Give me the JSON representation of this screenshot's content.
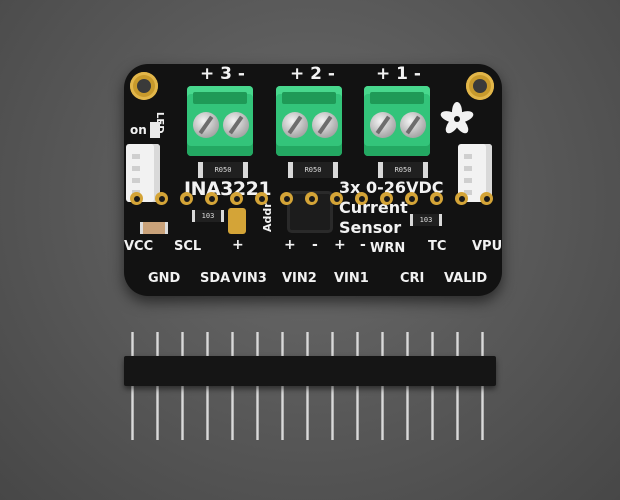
{
  "board": {
    "channel_labels": [
      "+ 3 -",
      "+ 2 -",
      "+ 1 -"
    ],
    "chip_name": "INA3221",
    "subtitle_line1": "3x 0-26VDC",
    "subtitle_line2": "Current",
    "subtitle_line3": "Sensor",
    "led_label": "LED",
    "on_label": "on",
    "addr_label": "Addr",
    "resistor_labels": [
      "R050",
      "R050",
      "R050"
    ],
    "small_part_labels": [
      "103",
      "103"
    ],
    "top_pin_labels": [
      "VCC",
      "SCL",
      "+",
      "+",
      "-",
      "+",
      "-",
      "WRN",
      "TC",
      "VPU"
    ],
    "bottom_pin_labels": [
      "GND",
      "SDA",
      "VIN3",
      "VIN2",
      "VIN1",
      "CRI",
      "VALID"
    ]
  },
  "colors": {
    "background": "#575757",
    "pcb": "#121212",
    "terminal_green": "#33c47a",
    "pad_gold": "#d4a437",
    "silkscreen": "#f2f2f2"
  }
}
